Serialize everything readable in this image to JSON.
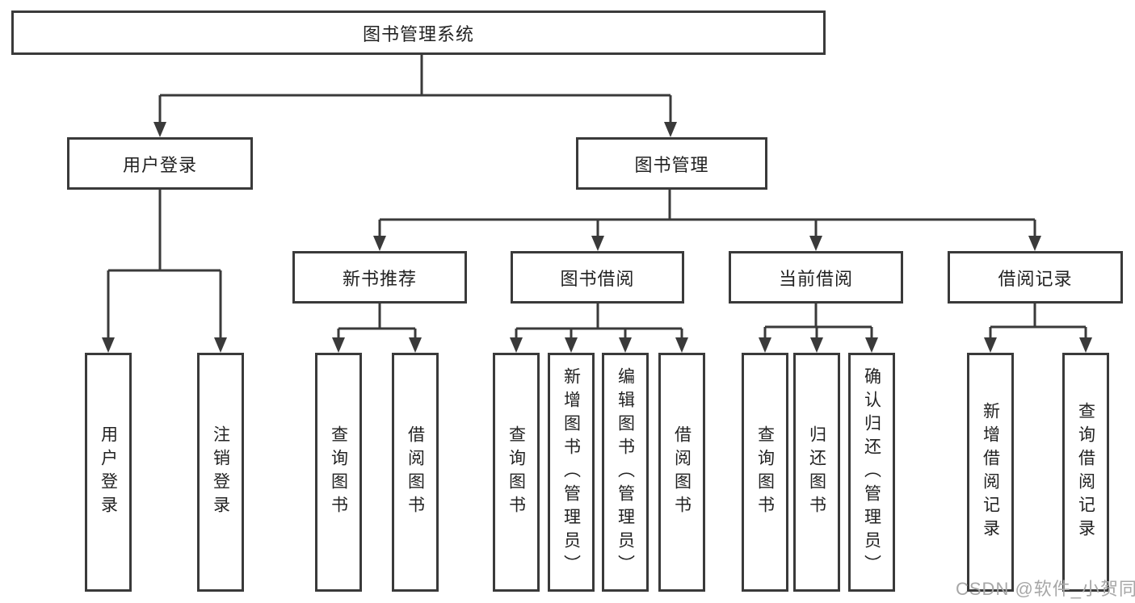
{
  "tree": {
    "label": "图书管理系统",
    "children": [
      {
        "label": "用户登录",
        "children": [
          {
            "label": "用户登录"
          },
          {
            "label": "注销登录"
          }
        ]
      },
      {
        "label": "图书管理",
        "children": [
          {
            "label": "新书推荐",
            "children": [
              {
                "label": "查询图书"
              },
              {
                "label": "借阅图书"
              }
            ]
          },
          {
            "label": "图书借阅",
            "children": [
              {
                "label": "查询图书"
              },
              {
                "label": "新增图书（管理员）"
              },
              {
                "label": "编辑图书（管理员）"
              },
              {
                "label": "借阅图书"
              }
            ]
          },
          {
            "label": "当前借阅",
            "children": [
              {
                "label": "查询图书"
              },
              {
                "label": "归还图书"
              },
              {
                "label": "确认归还（管理员）"
              }
            ]
          },
          {
            "label": "借阅记录",
            "children": [
              {
                "label": "新增借阅记录"
              },
              {
                "label": "查询借阅记录"
              }
            ]
          }
        ]
      }
    ]
  },
  "watermark": {
    "text": "CSDN @软件_小贺同学"
  },
  "colors": {
    "line": "#3a3a3a",
    "box_border": "#3a3a3a",
    "text": "#222222",
    "background": "#ffffff",
    "watermark": "#a7a7a7"
  }
}
